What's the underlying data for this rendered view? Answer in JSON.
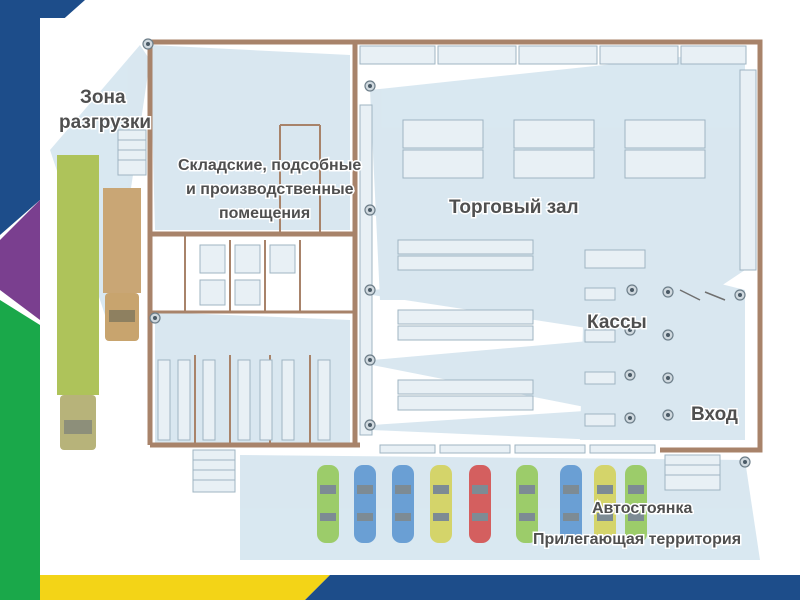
{
  "diagram": {
    "labels": {
      "unloading_zone_line1": "Зона",
      "unloading_zone_line2": "разгрузки",
      "storage_line1": "Складские, подсобные",
      "storage_line2": "и производственные",
      "storage_line3": "помещения",
      "sales_floor": "Торговый зал",
      "checkouts": "Кассы",
      "entrance": "Вход",
      "parking": "Автостоянка",
      "adjacent_territory": "Прилегающая территория"
    },
    "colors": {
      "wall": "#a8836a",
      "coverage": "#d5e5ef",
      "fixture": "#e8f0f5",
      "fixture_stroke": "#9fb4c2",
      "truck_green": "#aec35a",
      "truck_tan": "#c9a675",
      "car_colors": [
        "#9ccc6a",
        "#6a9fd4",
        "#6a9fd4",
        "#d4d46a",
        "#d45f5f",
        "#9ccc6a",
        "#6a9fd4",
        "#d4d46a",
        "#9ccc6a"
      ]
    },
    "icons": [
      "security-camera-icon",
      "truck-icon",
      "car-icon"
    ]
  }
}
